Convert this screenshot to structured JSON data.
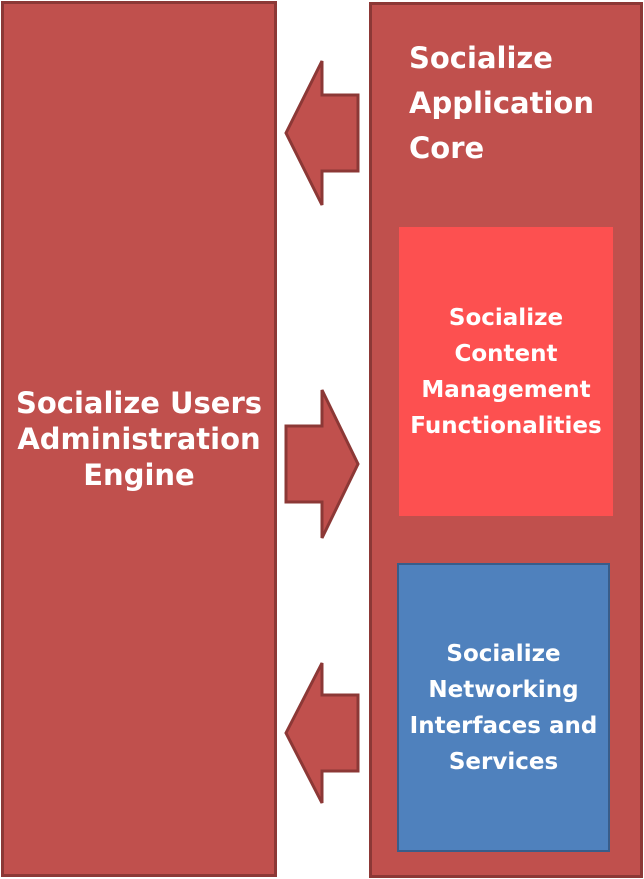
{
  "users_engine": {
    "label": "Socialize Users\nAdministration\nEngine"
  },
  "app_core": {
    "title": "Socialize\nApplication\nCore",
    "content_management": {
      "label": "Socialize\nContent\nManagement\nFunctionalities"
    },
    "networking": {
      "label": "Socialize\nNetworking\nInterfaces and\nServices"
    }
  },
  "colors": {
    "block_red": "#c0504d",
    "block_border": "#8c3836",
    "content_red": "#fd5050",
    "networking_blue": "#4f81bd"
  },
  "arrows": [
    "arrow-left",
    "arrow-right",
    "arrow-left"
  ]
}
